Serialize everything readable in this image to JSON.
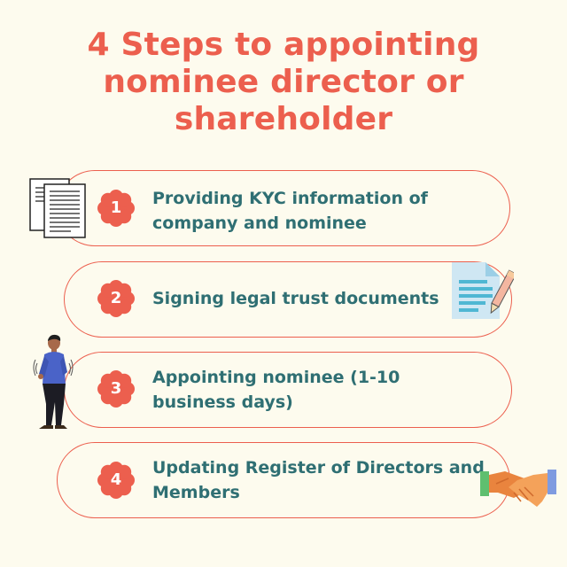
{
  "title": {
    "lines": [
      "4 Steps to appointing",
      "nominee director or",
      "shareholder"
    ]
  },
  "colors": {
    "accent": "#ec5f4e",
    "text": "#2f6f73",
    "background": "#fdfbee"
  },
  "steps": [
    {
      "number": "1",
      "lines": [
        "Providing KYC information of",
        "company and nominee"
      ],
      "icon": "documents-icon"
    },
    {
      "number": "2",
      "lines": [
        "Signing legal trust documents"
      ],
      "icon": "contract-pen-icon"
    },
    {
      "number": "3",
      "lines": [
        "Appointing nominee (1-10",
        "business days)"
      ],
      "icon": "businessman-icon"
    },
    {
      "number": "4",
      "lines": [
        "Updating Register of Directors and",
        "Members"
      ],
      "icon": "handshake-icon"
    }
  ]
}
